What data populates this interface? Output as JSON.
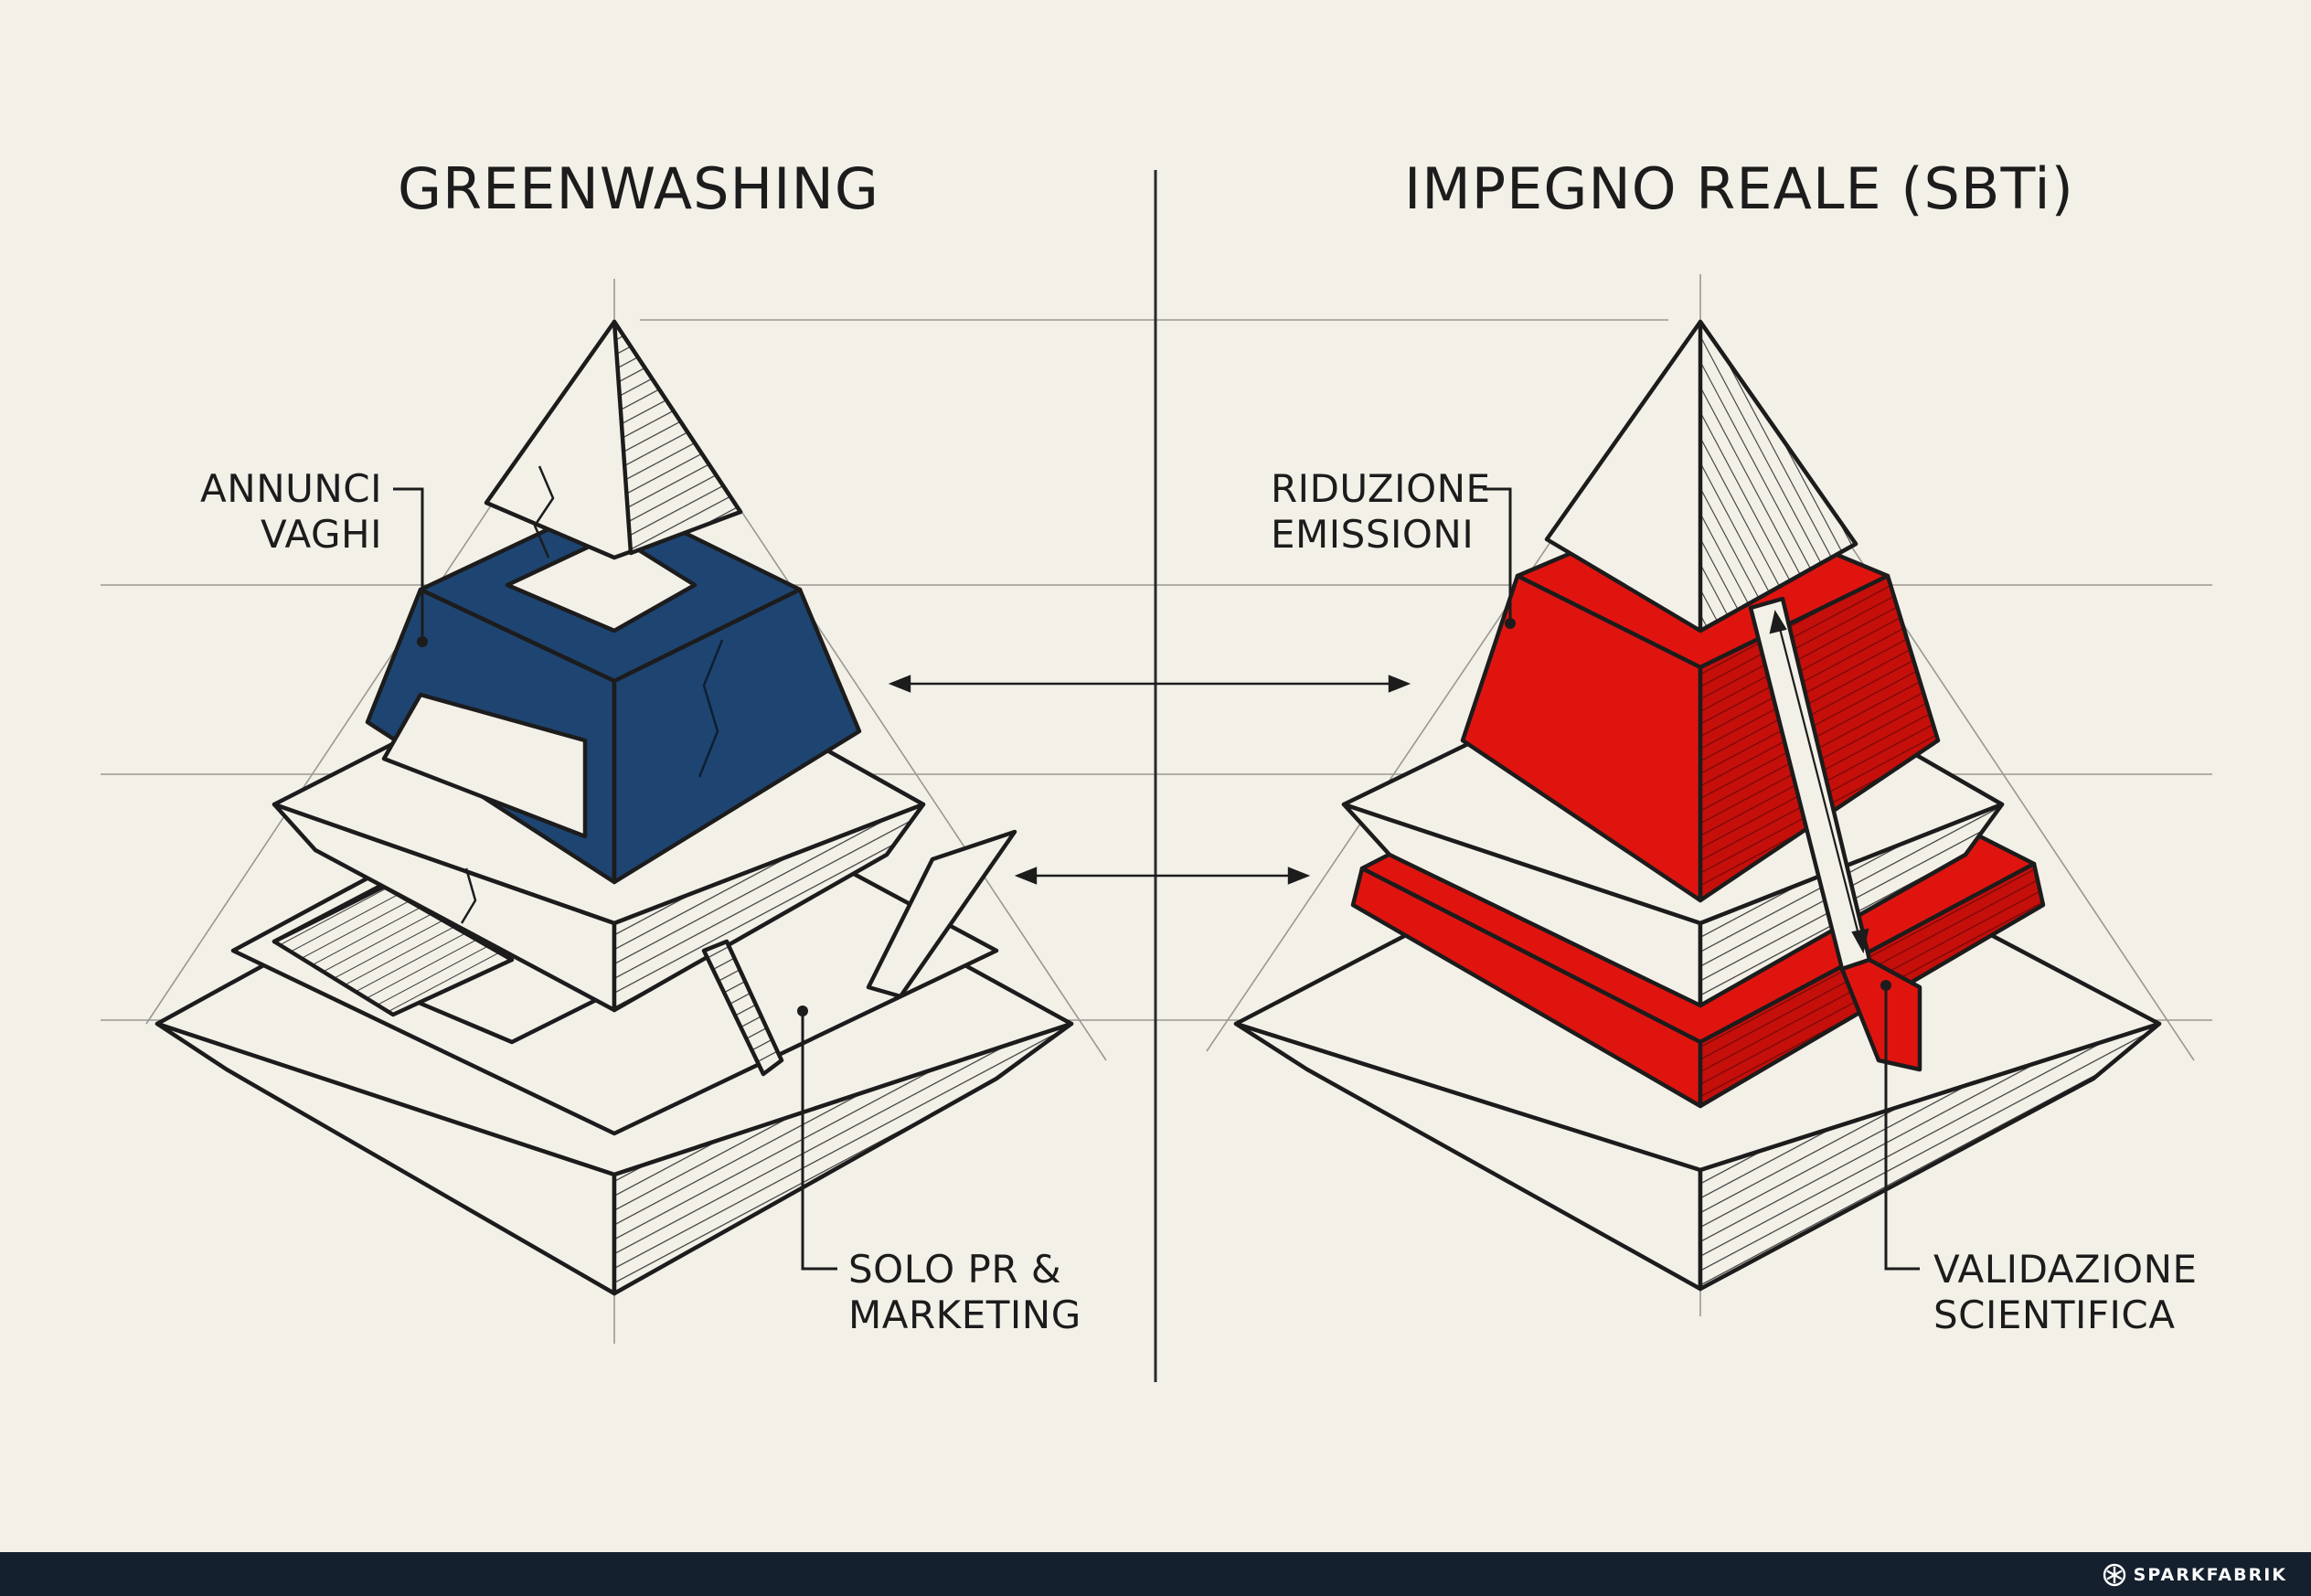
{
  "left_panel": {
    "title": "GREENWASHING",
    "label_top": "ANNUNCI\nVAGHI",
    "label_bottom": "SOLO PR &\nMARKETING",
    "accent_color": "#1e4472"
  },
  "right_panel": {
    "title": "IMPEGNO REALE (SBTi)",
    "label_top": "RIDUZIONE\nEMISSIONI",
    "label_bottom": "VALIDAZIONE\nSCIENTIFICA",
    "accent_color": "#e0140f"
  },
  "footer": {
    "brand": "SPARKFABRIK",
    "logo_icon": "sparkfabrik-logo-icon",
    "background": "#15202e"
  }
}
